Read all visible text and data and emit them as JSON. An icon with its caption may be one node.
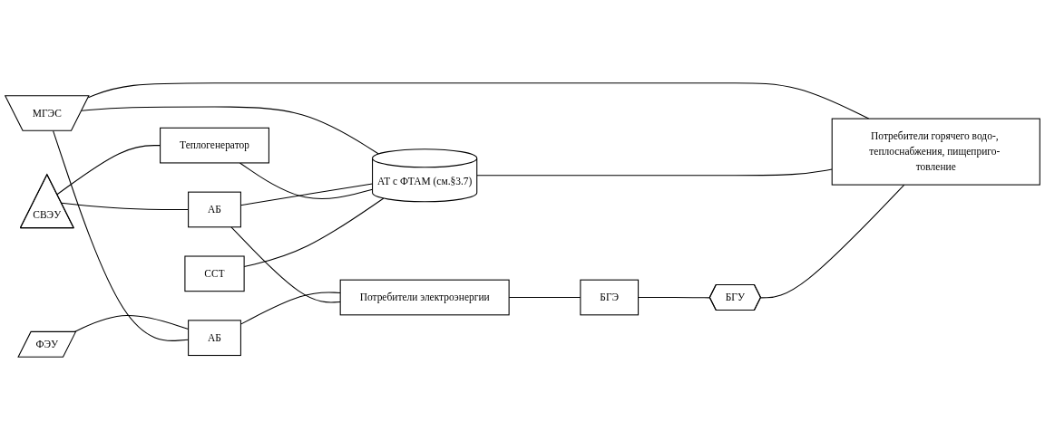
{
  "diagram": {
    "nodes": [
      {
        "text": [
          "ФЭУ"
        ]
      },
      {
        "text": [
          "АБ"
        ]
      },
      {
        "text": [
          "Потребители электроэнергии"
        ]
      },
      {
        "text": [
          "МГЭС"
        ]
      },
      {
        "text": [
          "АБ"
        ]
      },
      {
        "text": [
          "СВЭУ"
        ]
      },
      {
        "text": [
          "Теплогенератор"
        ]
      },
      {
        "text": [
          "АТ с ФТАМ (см.§3.7)"
        ]
      },
      {
        "text": [
          "Потребители горячего водо-, теплоснабжения, пищеприго- товление"
        ]
      },
      {
        "text": [
          "ССТ"
        ]
      },
      {
        "text": [
          "БГЭ"
        ]
      },
      {
        "text": [
          "БГУ"
        ]
      }
    ],
    "edges": [
      {
        "from": 0,
        "to": 1,
        "arrow": "none"
      },
      {
        "from": 1,
        "to": 2,
        "arrow": "none"
      },
      {
        "from": 3,
        "to": 1,
        "arrow": "none"
      },
      {
        "from": 3,
        "to": 7,
        "arrow": "none"
      },
      {
        "from": 3,
        "to": 8,
        "arrow": "none"
      },
      {
        "from": 5,
        "to": 4,
        "arrow": "none"
      },
      {
        "from": 4,
        "to": 7,
        "arrow": "none"
      },
      {
        "from": 4,
        "to": 2,
        "arrow": "none"
      },
      {
        "from": 5,
        "to": 6,
        "arrow": "none"
      },
      {
        "from": 6,
        "to": 7,
        "arrow": "none"
      },
      {
        "from": 9,
        "to": 7,
        "arrow": "none"
      },
      {
        "from": 7,
        "to": 8,
        "arrow": "none"
      },
      {
        "from": 2,
        "to": 10,
        "arrow": "none"
      },
      {
        "from": 10,
        "to": 11,
        "arrow": "none"
      },
      {
        "from": 11,
        "to": 8,
        "arrow": "none"
      }
    ]
  }
}
